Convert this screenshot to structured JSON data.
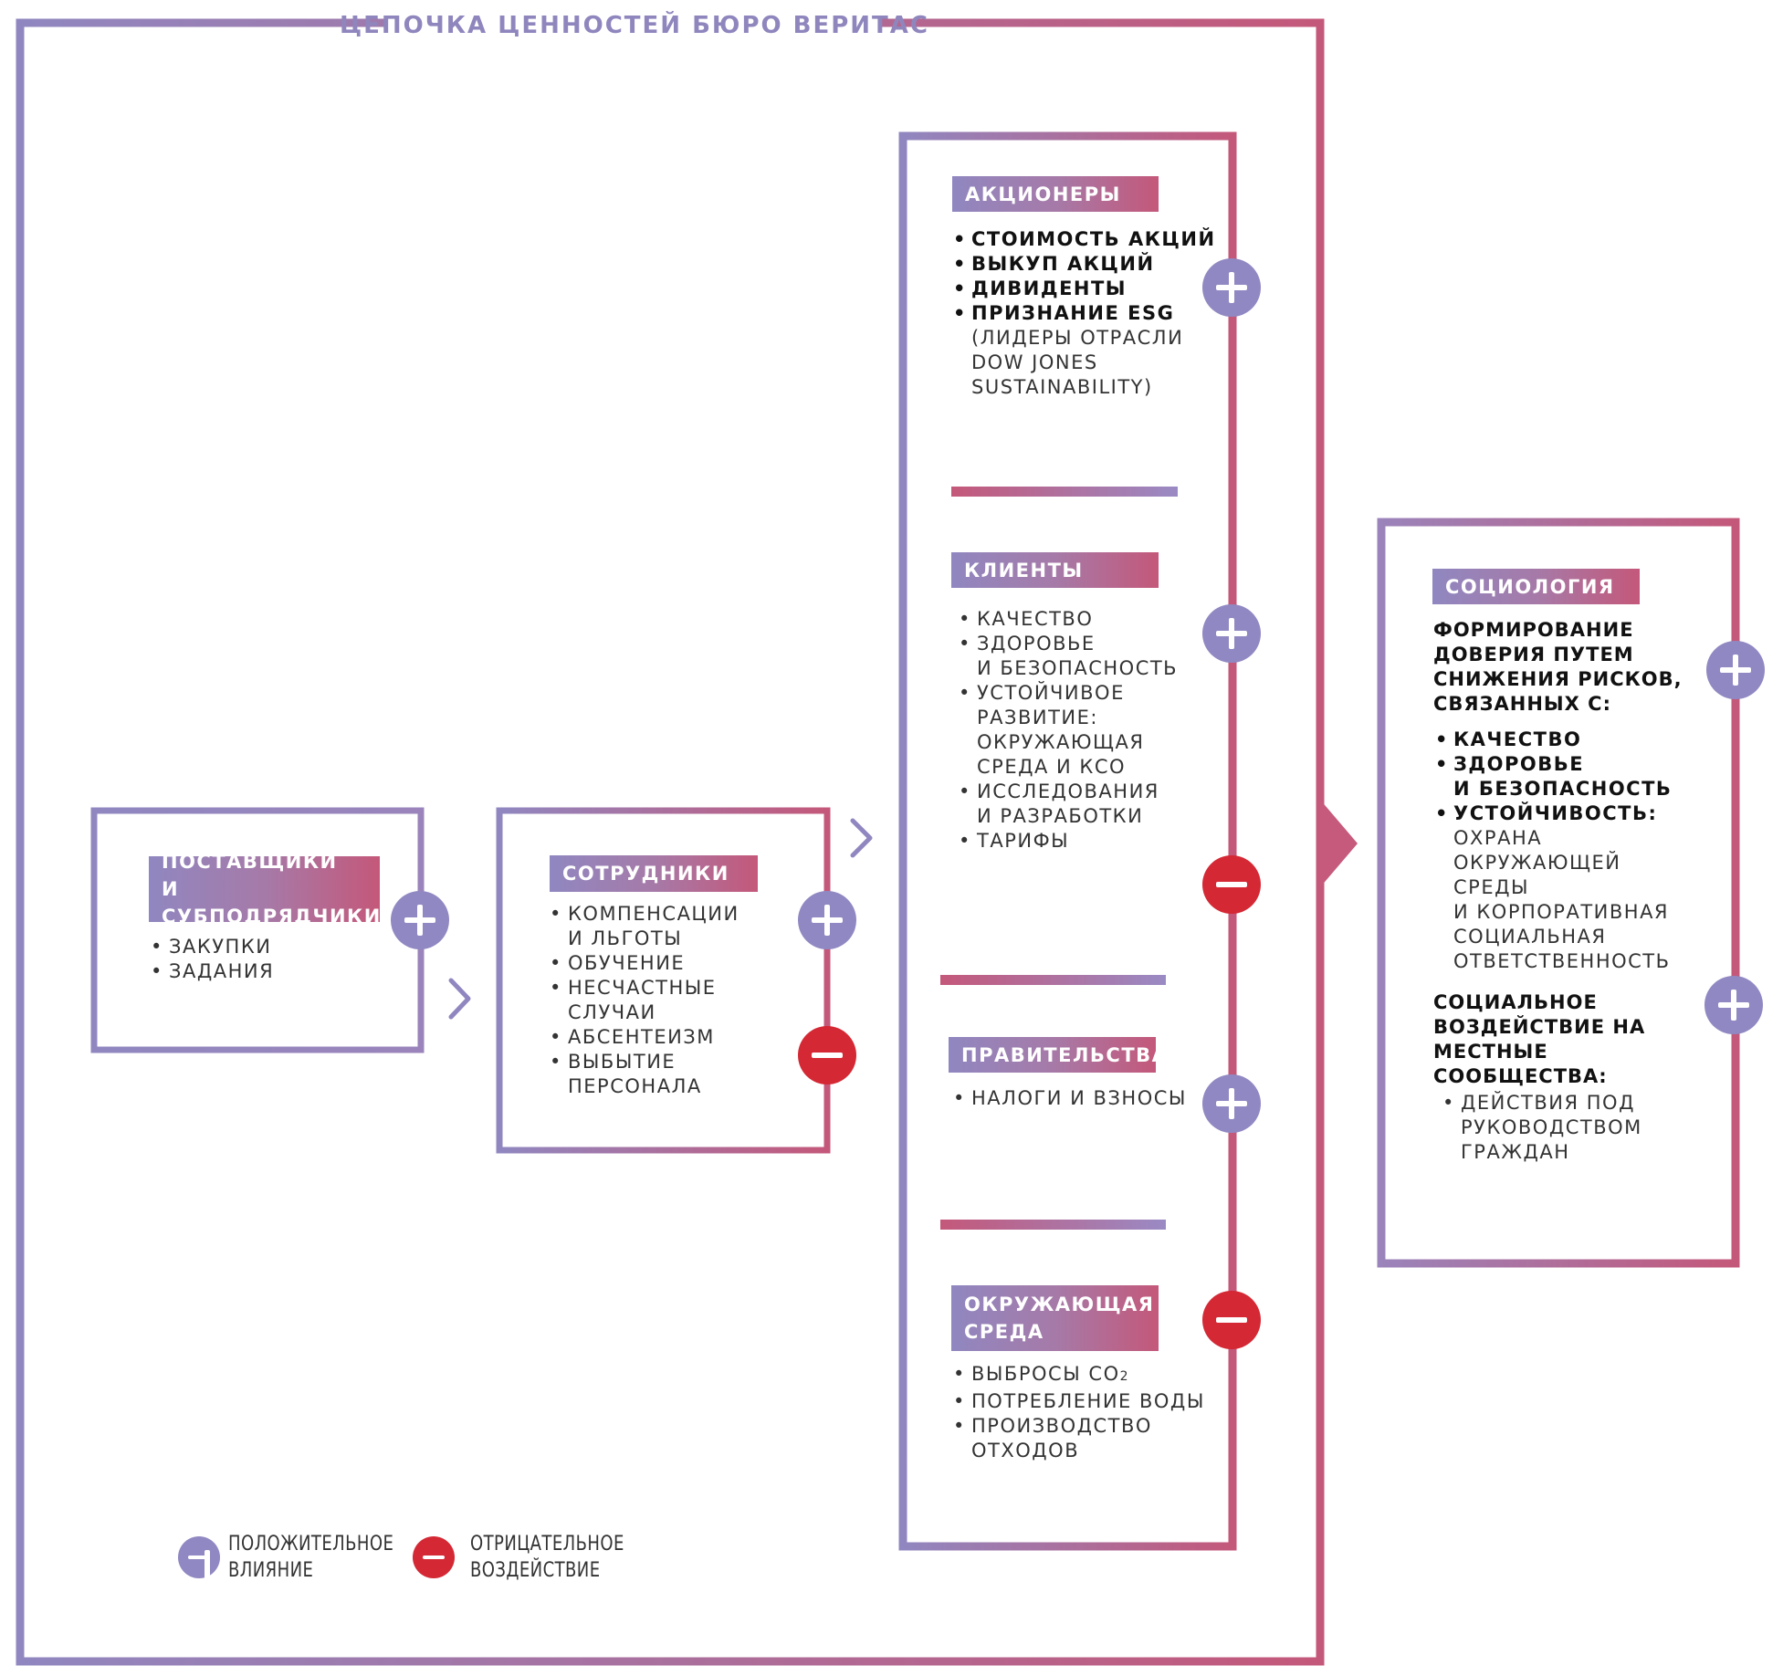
{
  "title": "ЦЕПОЧКА ЦЕННОСТЕЙ БЮРО ВЕРИТАС",
  "colors": {
    "purple": "#9087c0",
    "pink": "#c4587a",
    "negative_red": "#d42834"
  },
  "suppliers": {
    "label_line1": "ПОСТАВЩИКИ",
    "label_line2": "И СУБПОДРЯДЧИКИ",
    "items": [
      "ЗАКУПКИ",
      "ЗАДАНИЯ"
    ],
    "impacts": [
      "positive"
    ]
  },
  "employees": {
    "label": "СОТРУДНИКИ",
    "items": [
      {
        "l1": "КОМПЕНСАЦИИ",
        "l2": "И ЛЬГОТЫ"
      },
      {
        "l1": "ОБУЧЕНИЕ",
        "l2": ""
      },
      {
        "l1": "НЕСЧАСТНЫЕ",
        "l2": "СЛУЧАИ"
      },
      {
        "l1": "АБСЕНТЕИЗМ",
        "l2": ""
      },
      {
        "l1": "ВЫБЫТИЕ",
        "l2": "ПЕРСОНАЛА"
      }
    ],
    "impacts": [
      "positive",
      "negative"
    ]
  },
  "shareholders": {
    "label": "АКЦИОНЕРЫ",
    "items": [
      "СТОИМОСТЬ АКЦИЙ",
      "ВЫКУП АКЦИЙ",
      "ДИВИДЕНТЫ",
      "ПРИЗНАНИЕ ESG"
    ],
    "note_l1": "(ЛИДЕРЫ ОТРАСЛИ",
    "note_l2": "DOW JONES",
    "note_l3": "SUSTAINABILITY)",
    "impacts": [
      "positive"
    ]
  },
  "clients": {
    "label": "КЛИЕНТЫ",
    "items": [
      {
        "l1": "КАЧЕСТВО",
        "l2": "",
        "l3": "",
        "l4": ""
      },
      {
        "l1": "ЗДОРОВЬЕ",
        "l2": "И БЕЗОПАСНОСТЬ",
        "l3": "",
        "l4": ""
      },
      {
        "l1": "УСТОЙЧИВОЕ",
        "l2": "РАЗВИТИЕ:",
        "l3": "ОКРУЖАЮЩАЯ",
        "l4": "СРЕДА И КСО"
      },
      {
        "l1": "ИССЛЕДОВАНИЯ",
        "l2": "И РАЗРАБОТКИ",
        "l3": "",
        "l4": ""
      },
      {
        "l1": "ТАРИФЫ",
        "l2": "",
        "l3": "",
        "l4": ""
      }
    ],
    "impacts": [
      "positive",
      "negative"
    ]
  },
  "governments": {
    "label": "ПРАВИТЕЛЬСТВА",
    "items": [
      "НАЛОГИ И ВЗНОСЫ"
    ],
    "impacts": [
      "positive"
    ]
  },
  "environment": {
    "label_line1": "ОКРУЖАЮЩАЯ",
    "label_line2": "СРЕДА",
    "item1_main": "ВЫБРОСЫ CO",
    "item1_sub": "2",
    "item2": "ПОТРЕБЛЕНИЕ ВОДЫ",
    "item3_l1": "ПРОИЗВОДСТВО",
    "item3_l2": "ОТХОДОВ",
    "impacts": [
      "negative"
    ]
  },
  "sociology": {
    "label": "СОЦИОЛОГИЯ",
    "heading1": [
      "ФОРМИРОВАНИЕ",
      "ДОВЕРИЯ ПУТЕМ",
      "СНИЖЕНИЯ РИСКОВ,",
      "СВЯЗАННЫХ С:"
    ],
    "items1": [
      {
        "l1": "КАЧЕСТВО",
        "l2": ""
      },
      {
        "l1": "ЗДОРОВЬЕ",
        "l2": "И БЕЗОПАСНОСТЬ"
      },
      {
        "l1": "УСТОЙЧИВОСТЬ:",
        "l2": ""
      }
    ],
    "items1_note": [
      "ОХРАНА",
      "ОКРУЖАЮЩЕЙ",
      "СРЕДЫ",
      "И КОРПОРАТИВНАЯ",
      "СОЦИАЛЬНАЯ",
      "ОТВЕТСТВЕННОСТЬ"
    ],
    "heading2": [
      "СОЦИАЛЬНОЕ",
      "ВОЗДЕЙСТВИЕ НА",
      "МЕСТНЫЕ",
      "СООБЩЕСТВА:"
    ],
    "items2_l1": "ДЕЙСТВИЯ ПОД",
    "items2_l2": "РУКОВОДСТВОМ",
    "items2_l3": "ГРАЖДАН",
    "impacts": [
      "positive",
      "positive"
    ]
  },
  "legend": {
    "positive_l1": "ПОЛОЖИТЕЛЬНОЕ",
    "positive_l2": "ВЛИЯНИЕ",
    "negative_l1": "ОТРИЦАТЕЛЬНОЕ",
    "negative_l2": "ВОЗДЕЙСТВИЕ"
  }
}
